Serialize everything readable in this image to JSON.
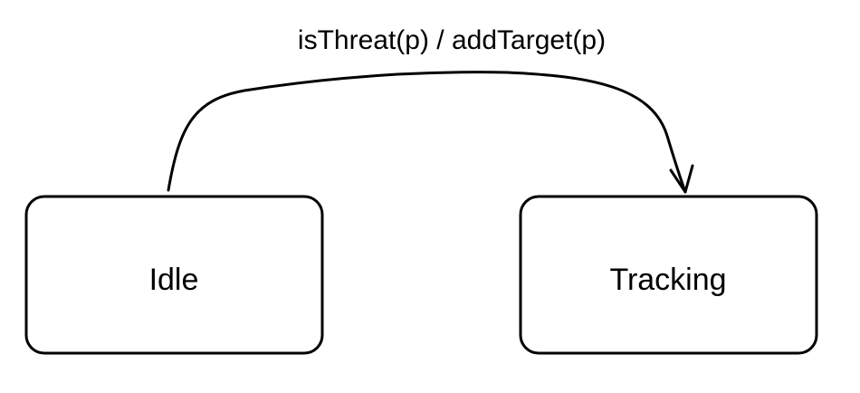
{
  "diagram": {
    "states": [
      {
        "id": "idle",
        "label": "Idle"
      },
      {
        "id": "tracking",
        "label": "Tracking"
      }
    ],
    "transitions": [
      {
        "from": "idle",
        "to": "tracking",
        "label": "isThreat(p) / addTarget(p)"
      }
    ],
    "colors": {
      "stroke": "#000000",
      "background": "#ffffff",
      "text": "#000000"
    }
  }
}
